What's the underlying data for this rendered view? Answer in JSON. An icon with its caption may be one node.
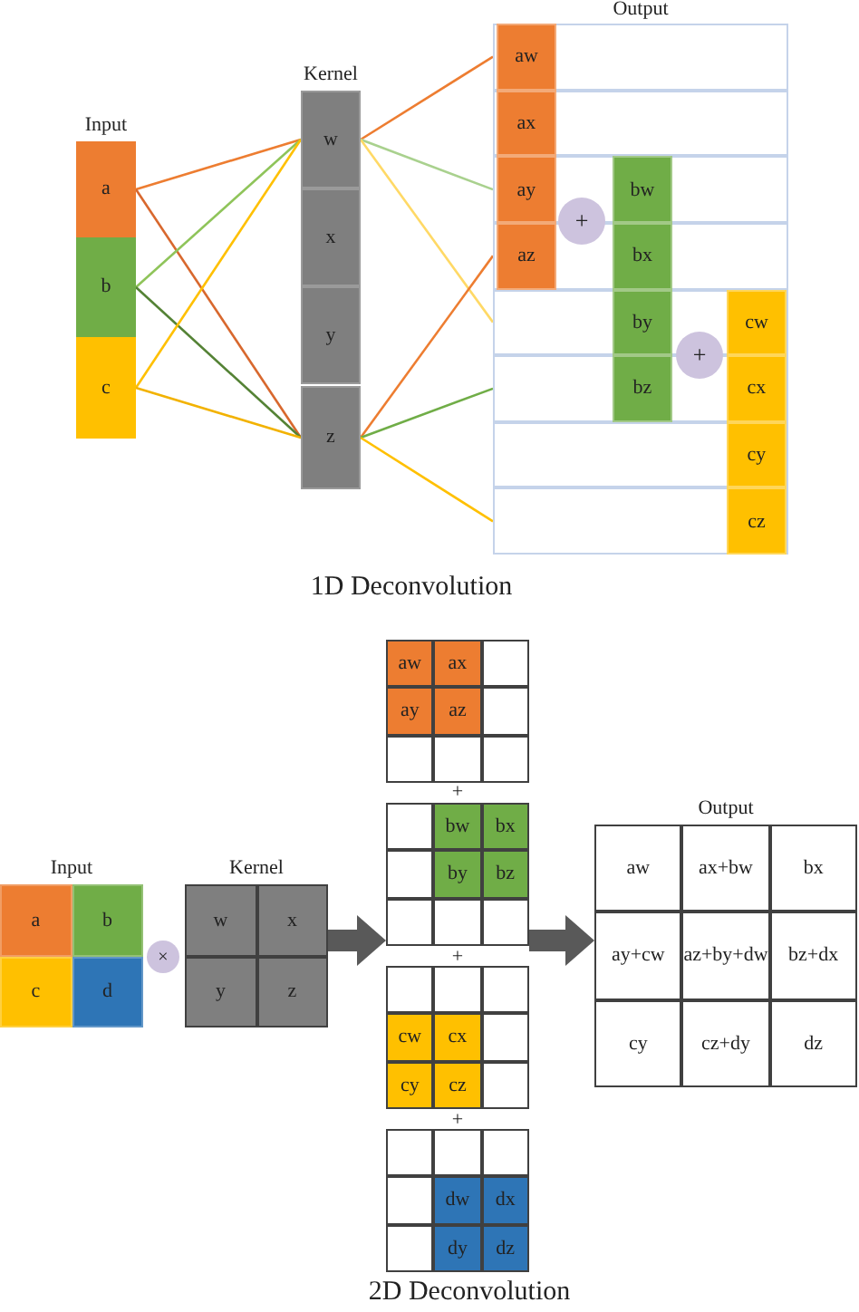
{
  "diagram": {
    "nodes": [
      {
        "text": [
          "Input"
        ]
      },
      {
        "text": [
          "a"
        ],
        "in": 0
      },
      {
        "text": [
          "b"
        ],
        "in": 0
      },
      {
        "text": [
          "c"
        ],
        "in": 0
      },
      {
        "text": [
          "Kernel"
        ]
      },
      {
        "text": [
          "w"
        ],
        "in": 4
      },
      {
        "text": [
          "x"
        ],
        "in": 4
      },
      {
        "text": [
          "y"
        ],
        "in": 4
      },
      {
        "text": [
          "z"
        ],
        "in": 4
      },
      {
        "text": [
          "Output"
        ]
      },
      {
        "text": [],
        "shape": "box",
        "in": 9
      },
      {
        "text": [],
        "shape": "box",
        "in": 9
      },
      {
        "text": [],
        "shape": "box",
        "in": 9
      },
      {
        "text": [],
        "shape": "box",
        "in": 9
      },
      {
        "text": [],
        "shape": "box",
        "in": 9
      },
      {
        "text": [],
        "shape": "box",
        "in": 9
      },
      {
        "text": [],
        "shape": "box",
        "in": 9
      },
      {
        "text": [],
        "shape": "box",
        "in": 9
      },
      {
        "text": [
          "aw"
        ],
        "in": 10
      },
      {
        "text": [
          "ax"
        ],
        "in": 11
      },
      {
        "text": [
          "ay"
        ],
        "in": 12
      },
      {
        "text": [
          "bw"
        ],
        "in": 12
      },
      {
        "text": [
          "az"
        ],
        "in": 13
      },
      {
        "text": [
          "bx"
        ],
        "in": 13
      },
      {
        "text": [
          "by"
        ],
        "in": 14
      },
      {
        "text": [
          "cw"
        ],
        "in": 14
      },
      {
        "text": [
          "bz"
        ],
        "in": 15
      },
      {
        "text": [
          "cx"
        ],
        "in": 15
      },
      {
        "text": [
          "cy"
        ],
        "in": 16
      },
      {
        "text": [
          "cz"
        ],
        "in": 17
      },
      {
        "text": [
          "+"
        ],
        "in": 9
      },
      {
        "text": [
          "+"
        ],
        "in": 9
      },
      {
        "text": [
          "Input"
        ]
      },
      {
        "text": [
          "a"
        ],
        "in": 32
      },
      {
        "text": [
          "b"
        ],
        "in": 32
      },
      {
        "text": [
          "c"
        ],
        "in": 32
      },
      {
        "text": [
          "d"
        ],
        "in": 32
      },
      {
        "text": [
          "×"
        ]
      },
      {
        "text": [
          "Kernel"
        ]
      },
      {
        "text": [
          "w"
        ],
        "in": 38
      },
      {
        "text": [
          "x"
        ],
        "in": 38
      },
      {
        "text": [
          "y"
        ],
        "in": 38
      },
      {
        "text": [
          "z"
        ],
        "in": 38
      },
      {
        "text": [],
        "shape": "box"
      },
      {
        "text": [
          "aw"
        ],
        "in": 43
      },
      {
        "text": [
          "ax"
        ],
        "in": 43
      },
      {
        "text": [],
        "shape": "box",
        "in": 43
      },
      {
        "text": [
          "ay"
        ],
        "in": 43
      },
      {
        "text": [
          "az"
        ],
        "in": 43
      },
      {
        "text": [],
        "shape": "box",
        "in": 43
      },
      {
        "text": [],
        "shape": "box",
        "in": 43
      },
      {
        "text": [],
        "shape": "box",
        "in": 43
      },
      {
        "text": [],
        "shape": "box",
        "in": 43
      },
      {
        "text": [],
        "shape": "box"
      },
      {
        "text": [],
        "shape": "box",
        "in": 53
      },
      {
        "text": [
          "bw"
        ],
        "in": 53
      },
      {
        "text": [
          "bx"
        ],
        "in": 53
      },
      {
        "text": [],
        "shape": "box",
        "in": 53
      },
      {
        "text": [
          "by"
        ],
        "in": 53
      },
      {
        "text": [
          "bz"
        ],
        "in": 53
      },
      {
        "text": [],
        "shape": "box",
        "in": 53
      },
      {
        "text": [],
        "shape": "box",
        "in": 53
      },
      {
        "text": [],
        "shape": "box",
        "in": 53
      },
      {
        "text": [],
        "shape": "box"
      },
      {
        "text": [],
        "shape": "box",
        "in": 63
      },
      {
        "text": [],
        "shape": "box",
        "in": 63
      },
      {
        "text": [],
        "shape": "box",
        "in": 63
      },
      {
        "text": [
          "cw"
        ],
        "in": 63
      },
      {
        "text": [
          "cx"
        ],
        "in": 63
      },
      {
        "text": [],
        "shape": "box",
        "in": 63
      },
      {
        "text": [
          "cy"
        ],
        "in": 63
      },
      {
        "text": [
          "cz"
        ],
        "in": 63
      },
      {
        "text": [],
        "shape": "box",
        "in": 63
      },
      {
        "text": [],
        "shape": "box"
      },
      {
        "text": [],
        "shape": "box",
        "in": 73
      },
      {
        "text": [],
        "shape": "box",
        "in": 73
      },
      {
        "text": [],
        "shape": "box",
        "in": 73
      },
      {
        "text": [],
        "shape": "box",
        "in": 73
      },
      {
        "text": [
          "dw"
        ],
        "in": 73
      },
      {
        "text": [
          "dx"
        ],
        "in": 73
      },
      {
        "text": [],
        "shape": "box",
        "in": 73
      },
      {
        "text": [
          "dy"
        ],
        "in": 73
      },
      {
        "text": [
          "dz"
        ],
        "in": 73
      },
      {
        "text": [
          "Output"
        ]
      },
      {
        "text": [
          "aw"
        ],
        "in": 83
      },
      {
        "text": [
          "ax+bw"
        ],
        "in": 83
      },
      {
        "text": [
          "bx"
        ],
        "in": 83
      },
      {
        "text": [
          "ay+cw"
        ],
        "in": 83
      },
      {
        "text": [
          "az+by+dw"
        ],
        "in": 83
      },
      {
        "text": [
          "bz+dx"
        ],
        "in": 83
      },
      {
        "text": [
          "cy"
        ],
        "in": 83
      },
      {
        "text": [
          "cz+dy"
        ],
        "in": 83
      },
      {
        "text": [
          "dz"
        ],
        "in": 83
      }
    ],
    "edges": [
      {
        "from": 1,
        "to": 5,
        "arrow": "none",
        "color": "#ed7d31"
      },
      {
        "from": 1,
        "to": 8,
        "arrow": "none",
        "color": "#d8682e"
      },
      {
        "from": 2,
        "to": 5,
        "arrow": "none",
        "color": "#8fc45a"
      },
      {
        "from": 2,
        "to": 8,
        "arrow": "none",
        "color": "#548235"
      },
      {
        "from": 3,
        "to": 5,
        "arrow": "none",
        "color": "#ffc000"
      },
      {
        "from": 3,
        "to": 8,
        "arrow": "none",
        "color": "#f2b200"
      },
      {
        "from": 5,
        "to": 10,
        "arrow": "none",
        "color": "#ed7d31"
      },
      {
        "from": 5,
        "to": 12,
        "arrow": "none",
        "color": "#a9d18e"
      },
      {
        "from": 5,
        "to": 14,
        "arrow": "none",
        "color": "#ffd966"
      },
      {
        "from": 8,
        "to": 13,
        "arrow": "none",
        "color": "#ed7d31"
      },
      {
        "from": 8,
        "to": 15,
        "arrow": "none",
        "color": "#70ad47"
      },
      {
        "from": 8,
        "to": 17,
        "arrow": "none",
        "color": "#ffc000"
      },
      {
        "from": 38,
        "to": 53,
        "arrow": "to",
        "style": "thick",
        "color": "#595959"
      },
      {
        "from": 53,
        "to": 83,
        "arrow": "to",
        "style": "thick",
        "color": "#595959"
      }
    ],
    "labels": [
      "1D Deconvolution",
      "+",
      "+",
      "+",
      "2D Deconvolution"
    ]
  }
}
